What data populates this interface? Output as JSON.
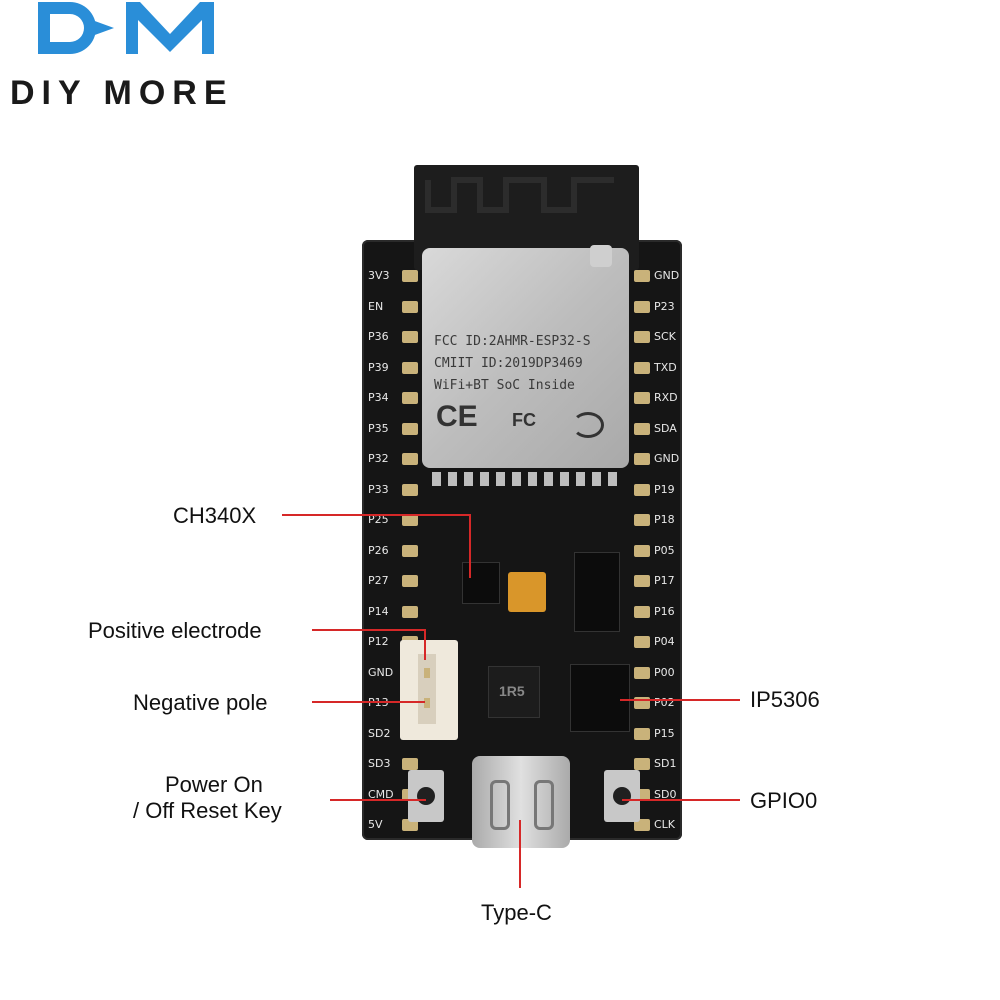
{
  "brand": {
    "mark": "DM",
    "name": "DIY MORE",
    "mark_color": "#2a8ed8"
  },
  "module": {
    "fcc": "FCC ID:2AHMR-ESP32-S",
    "cmiit": "CMIIT ID:2019DP3469",
    "desc": "WiFi+BT SoC Inside",
    "ce": "CE",
    "fc": "FC"
  },
  "pins": {
    "left": [
      "3V3",
      "EN",
      "P36",
      "P39",
      "P34",
      "P35",
      "P32",
      "P33",
      "P25",
      "P26",
      "P27",
      "P14",
      "P12",
      "GND",
      "P13",
      "SD2",
      "SD3",
      "CMD",
      "5V"
    ],
    "right": [
      "GND",
      "P23",
      "SCK",
      "TXD",
      "RXD",
      "SDA",
      "GND",
      "P19",
      "P18",
      "P05",
      "P17",
      "P16",
      "P04",
      "P00",
      "P02",
      "P15",
      "SD1",
      "SD0",
      "CLK"
    ]
  },
  "inductor_label": "1R5",
  "callouts": {
    "ch340x": "CH340X",
    "positive": "Positive electrode",
    "negative": "Negative pole",
    "power_line1": "Power On",
    "power_line2": "/ Off Reset Key",
    "ip5306": "IP5306",
    "gpio0": "GPIO0",
    "typec": "Type-C"
  },
  "colors": {
    "line": "#d62828",
    "board": "#151515",
    "pad": "#c9b27a"
  }
}
